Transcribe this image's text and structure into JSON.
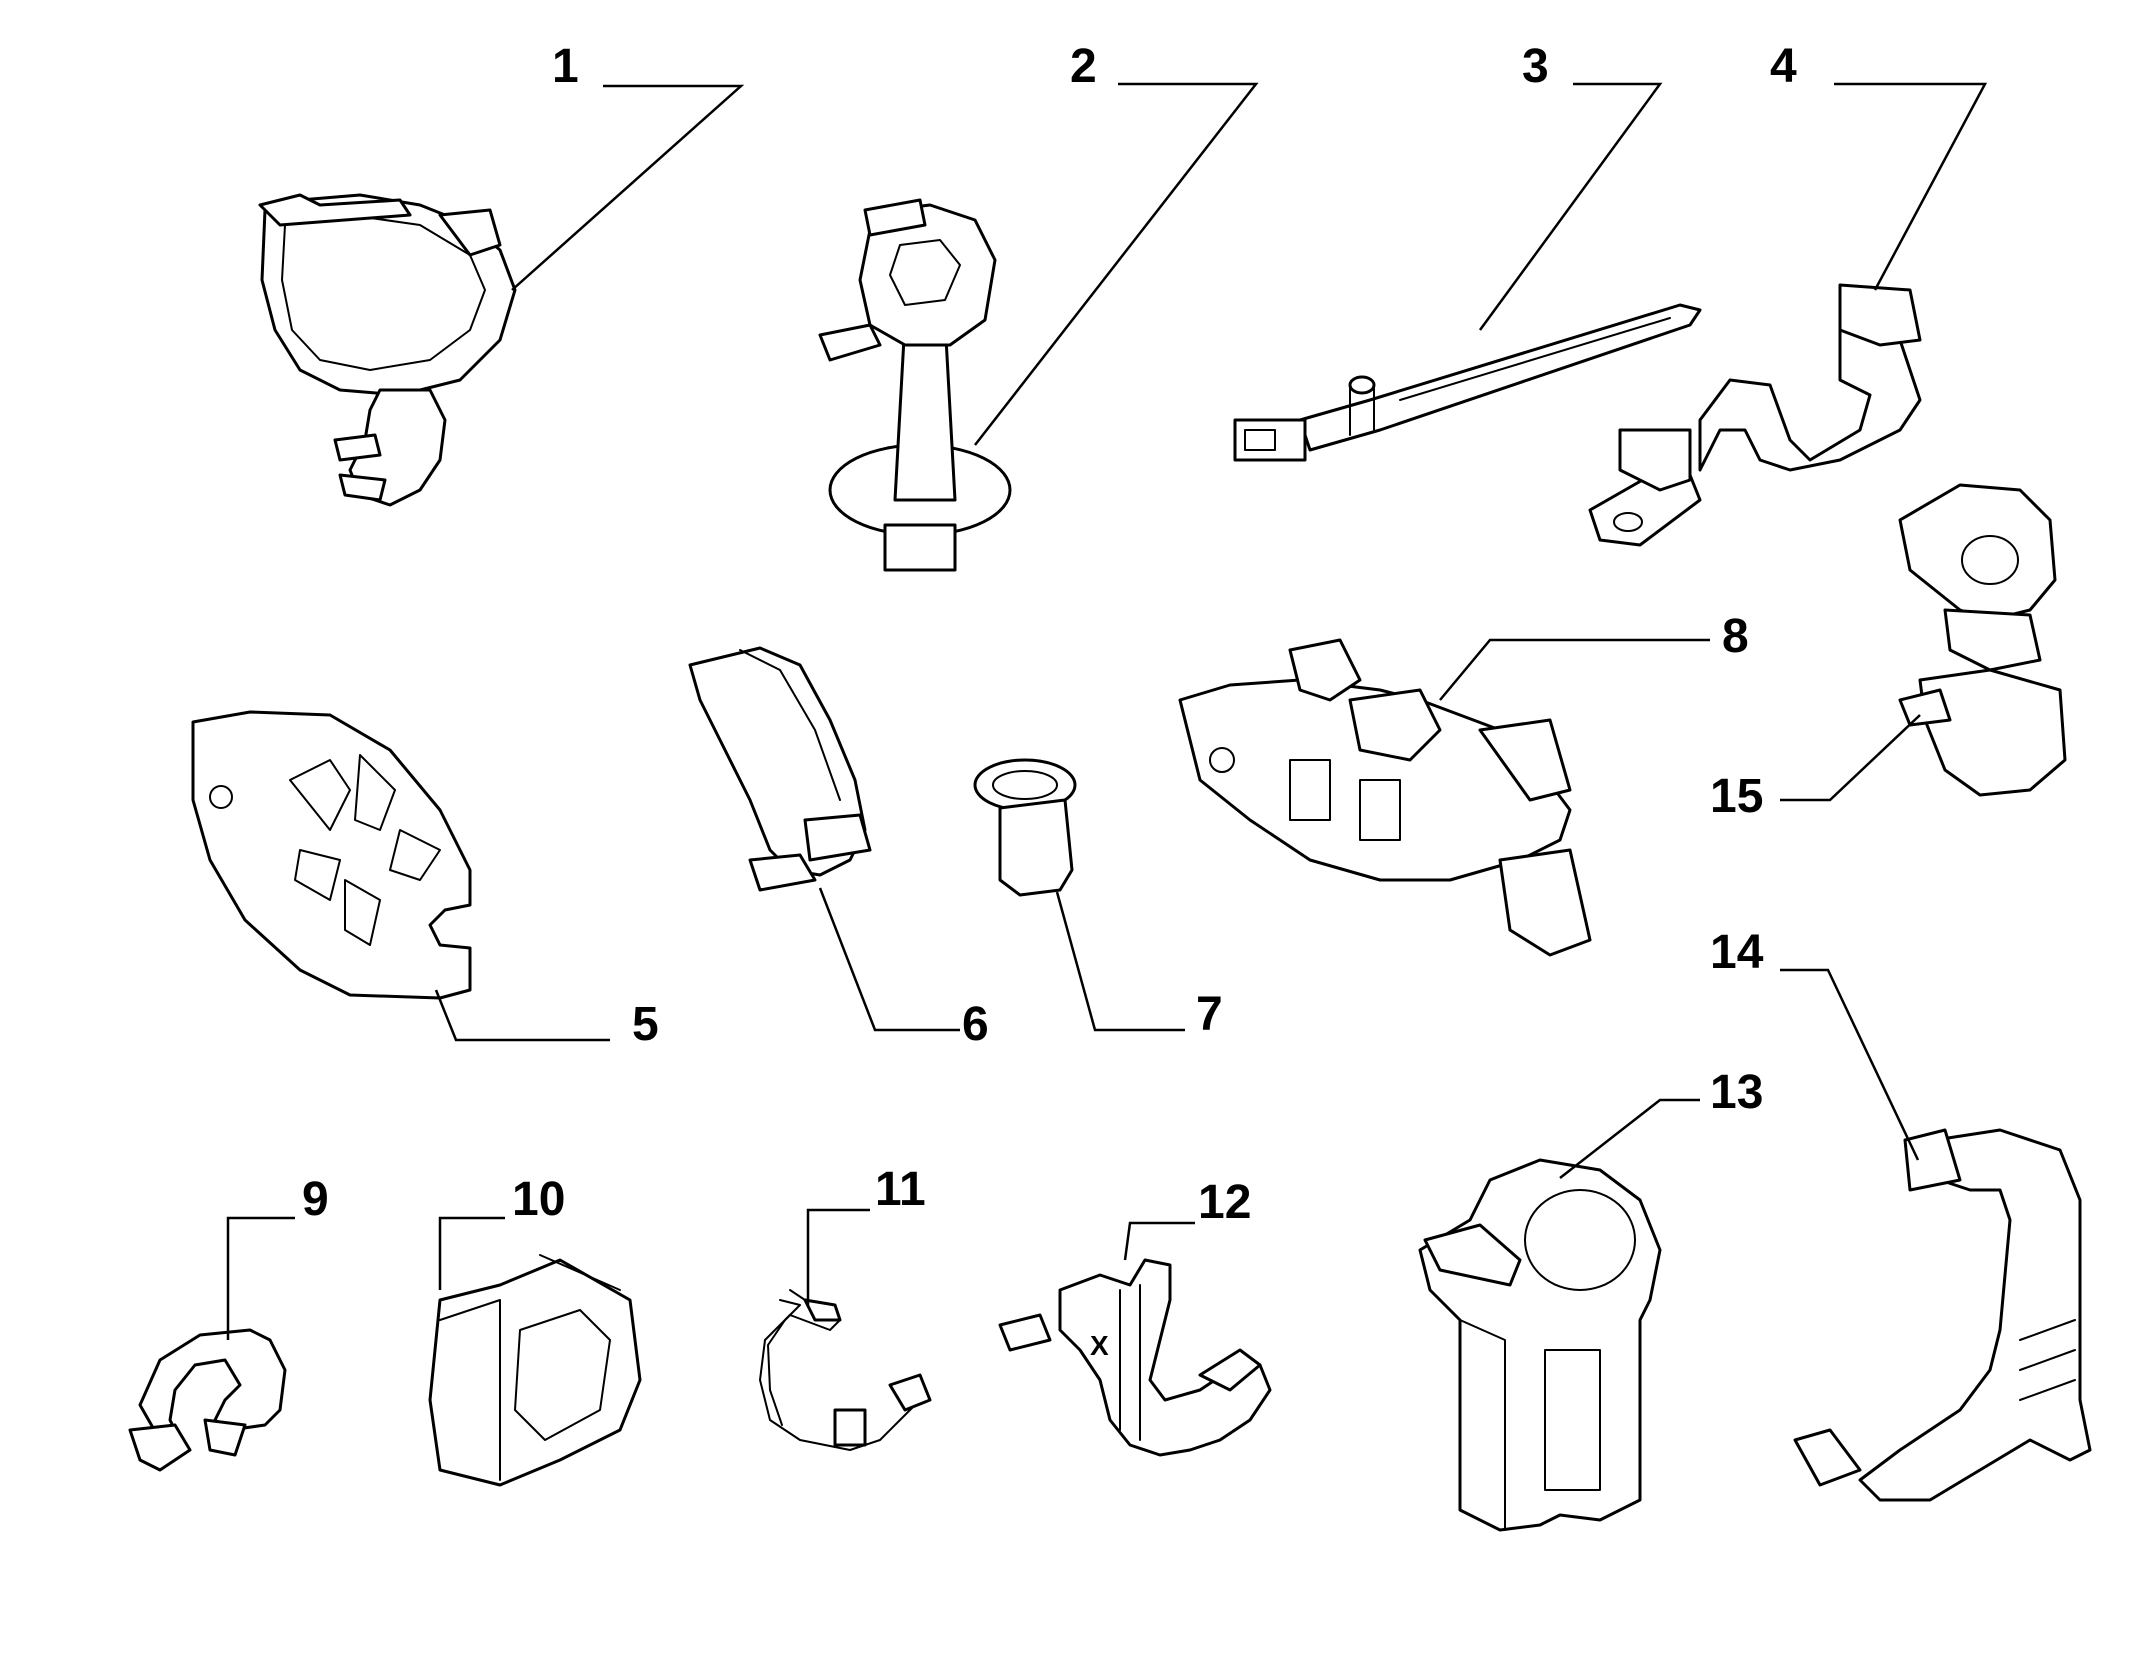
{
  "callouts": {
    "c1": "1",
    "c2": "2",
    "c3": "3",
    "c4": "4",
    "c5": "5",
    "c6": "6",
    "c7": "7",
    "c8": "8",
    "c9": "9",
    "c10": "10",
    "c11": "11",
    "c12": "12",
    "c13": "13",
    "c14": "14",
    "c15": "15"
  },
  "part12_mark": "X",
  "colors": {
    "line": "#000000",
    "background": "#ffffff"
  }
}
